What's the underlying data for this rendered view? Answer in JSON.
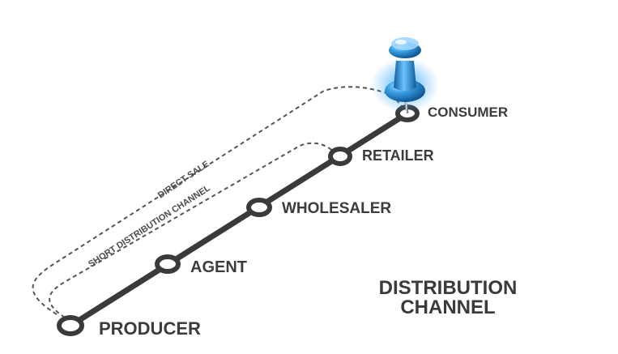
{
  "diagram": {
    "title_line1": "DISTRIBUTION",
    "title_line2": "CHANNEL",
    "stages": [
      {
        "label": "PRODUCER"
      },
      {
        "label": "AGENT"
      },
      {
        "label": "WHOLESALER"
      },
      {
        "label": "RETAILER"
      },
      {
        "label": "CONSUMER"
      }
    ],
    "paths": {
      "direct_sale": "DIRECT SALE",
      "short_channel": "SHORT DISTRIBUTION CHANNEL"
    },
    "colors": {
      "line": "#3a3a3a",
      "pin": "#2a8fd6",
      "pin_glow": "#3aa9ff"
    },
    "icons": {
      "marker": "pushpin-icon"
    }
  }
}
